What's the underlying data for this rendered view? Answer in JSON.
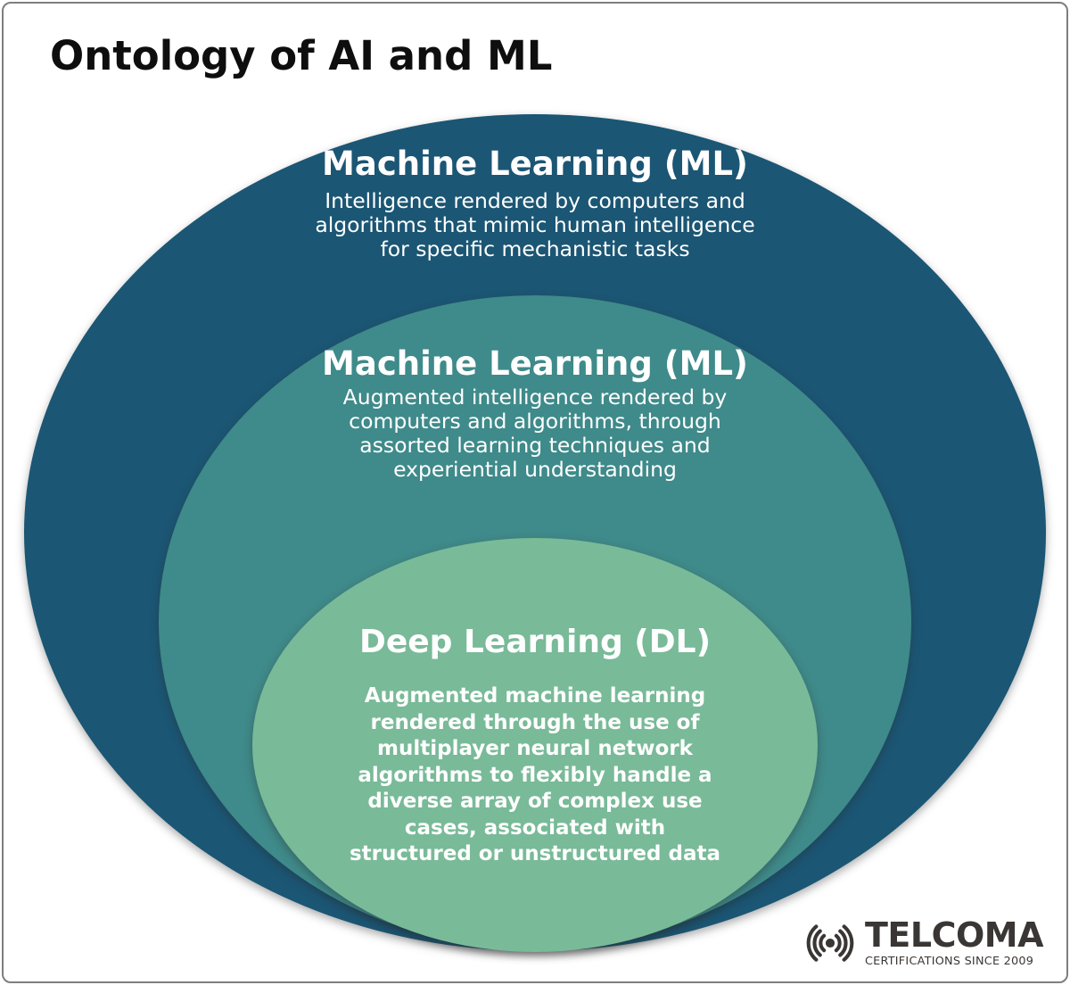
{
  "page": {
    "title": "Ontology of AI and ML"
  },
  "colors": {
    "outer_ellipse": "#1B5674",
    "middle_ellipse": "#3F8A8A",
    "inner_ellipse": "#79BA98",
    "ellipse_text": "#FFFFFF",
    "page_title_text": "#0E0E0E",
    "logo_text": "#3A3634",
    "frame_border": "#7E7E7E",
    "background": "#FFFFFF"
  },
  "venn": {
    "outer": {
      "title": "Machine Learning (ML)",
      "description": "Intelligence rendered by computers and\nalgorithms that mimic human intelligence\nfor specific mechanistic tasks"
    },
    "middle": {
      "title": "Machine Learning (ML)",
      "description": "Augmented intelligence rendered by\ncomputers and algorithms, through\nassorted learning techniques and\nexperiential understanding"
    },
    "inner": {
      "title": "Deep Learning (DL)",
      "description": "Augmented machine learning\nrendered through the use of\nmultiplayer neural network\nalgorithms to flexibly handle a\ndiverse array of complex use\ncases, associated with\nstructured or unstructured data"
    }
  },
  "logo": {
    "wordmark": "TELCOMA",
    "tagline": "CERTIFICATIONS SINCE 2009",
    "icon": "signal-waves-icon"
  }
}
